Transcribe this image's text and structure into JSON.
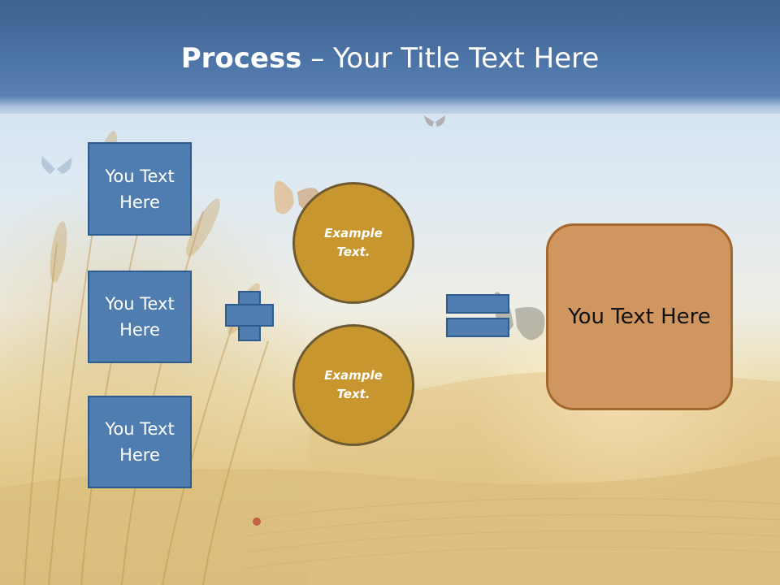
{
  "slide": {
    "title_bold": "Process",
    "title_rest": " – Your Title Text Here"
  },
  "left_boxes": [
    {
      "label": "You Text\nHere"
    },
    {
      "label": "You Text\nHere"
    },
    {
      "label": "You Text\nHere"
    }
  ],
  "circles": [
    {
      "label": "Example\nText."
    },
    {
      "label": "Example\nText."
    }
  ],
  "result": {
    "label": "You Text Here"
  },
  "colors": {
    "header": "#4c73a5",
    "box_fill": "#4f7db0",
    "circle_fill": "#c8962e",
    "result_fill": "#cf9660"
  }
}
